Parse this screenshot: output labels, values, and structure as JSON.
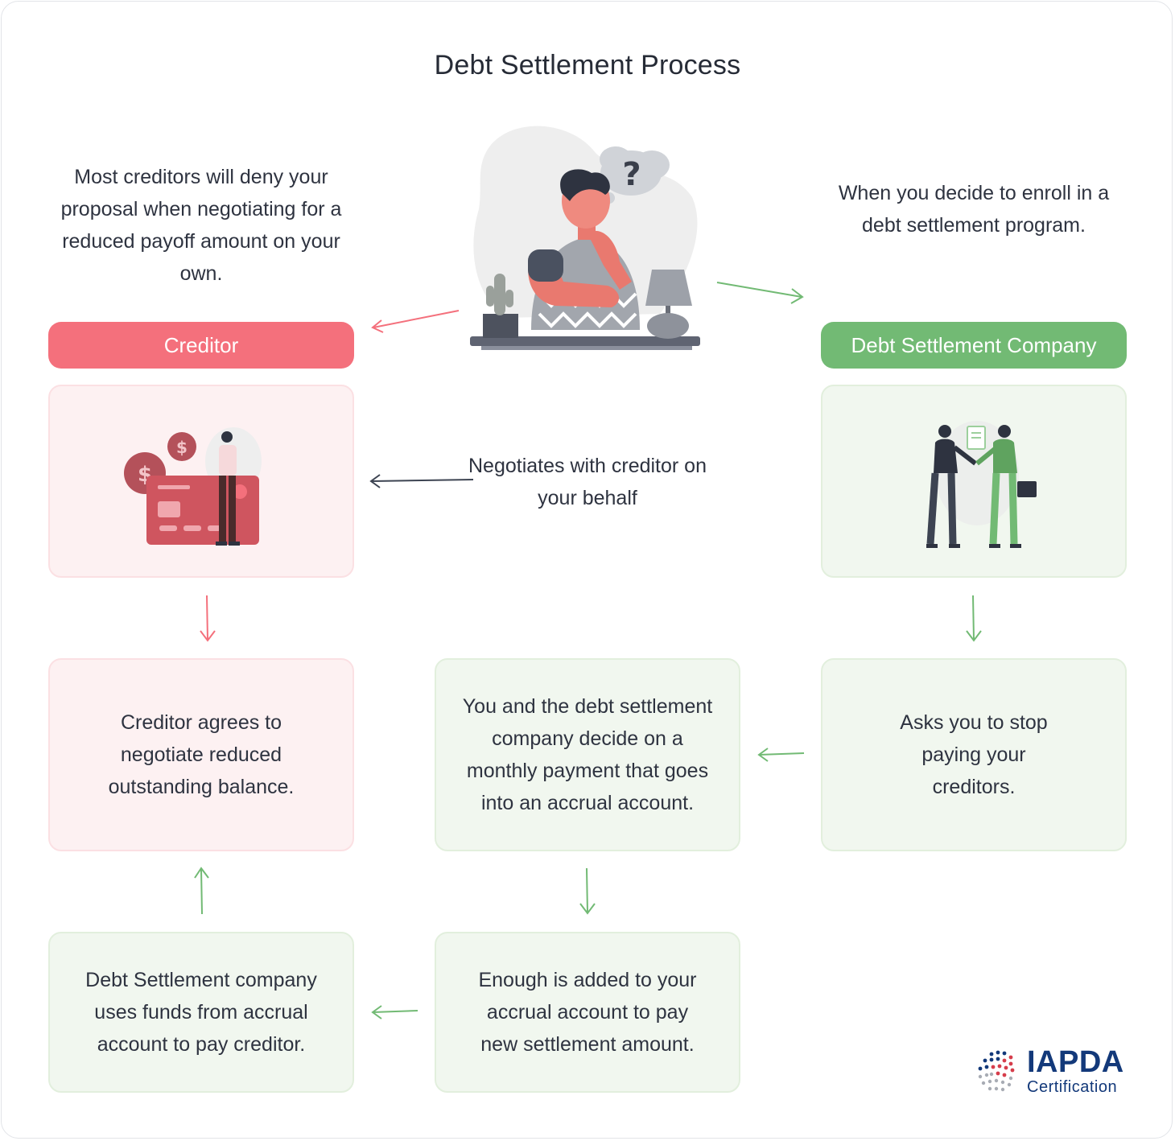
{
  "title": "Debt Settlement Process",
  "left_intro": "Most creditors will deny your proposal when negotiating for a reduced payoff amount on your own.",
  "right_intro": "When you decide to enroll in a debt settlement program.",
  "creditor_label": "Creditor",
  "company_label": "Debt Settlement Company",
  "negotiates_text": "Negotiates with creditor on your behalf",
  "steps": {
    "creditor_agrees": "Creditor agrees to negotiate reduced outstanding balance.",
    "monthly_payment": "You and the debt settlement company decide on a monthly payment that goes into an accrual account.",
    "stop_paying": "Asks you to stop paying your creditors.",
    "uses_funds": "Debt Settlement company uses funds from accrual account to pay creditor.",
    "enough_added": "Enough is added to your accrual account to pay new settlement amount."
  },
  "logo": {
    "name": "IAPDA",
    "sub": "Certification"
  },
  "colors": {
    "red": "#f4707c",
    "green": "#72ba74",
    "red_bg": "#fdf1f2",
    "green_bg": "#f1f7ef",
    "navy": "#13397a",
    "dark_arrow": "#3d4452"
  }
}
